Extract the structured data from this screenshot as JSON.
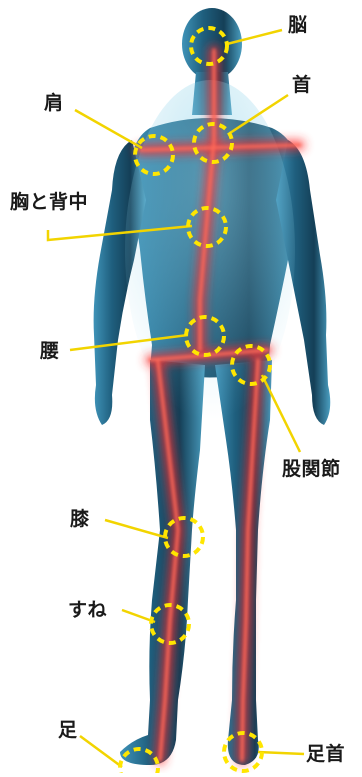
{
  "labels": {
    "brain": "脳",
    "neck": "首",
    "shoulder": "肩",
    "chest_back": "胸と背中",
    "waist": "腰",
    "hip_joint": "股関節",
    "knee": "膝",
    "shin": "すね",
    "foot": "足",
    "ankle": "足首"
  },
  "colors": {
    "marker": "#ffe600",
    "leader": "#f2d400",
    "body_dark": "#0d3a52",
    "body_light": "#3d93b5",
    "glow": "#ff3b3b"
  }
}
